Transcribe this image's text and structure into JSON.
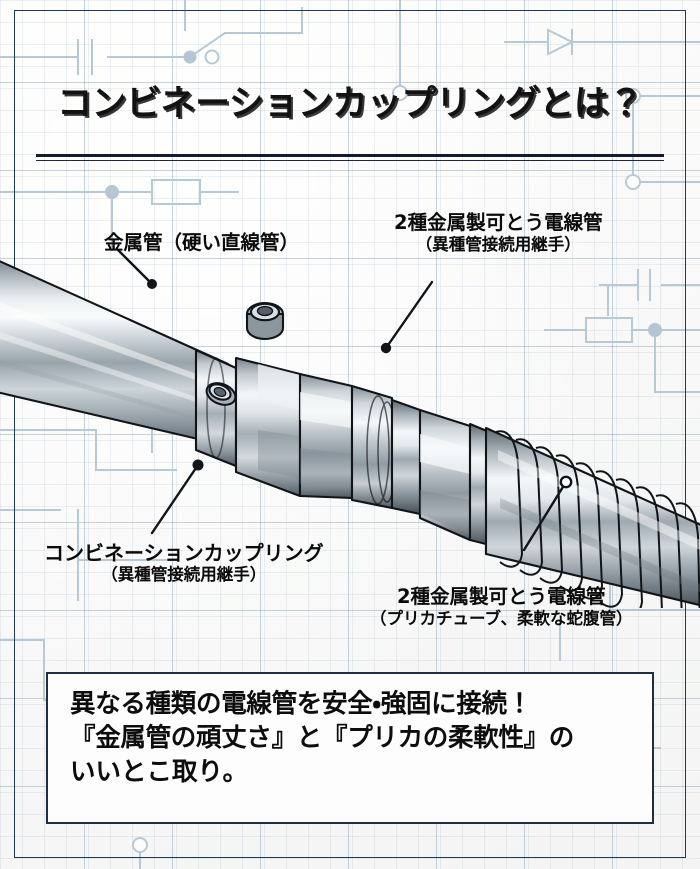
{
  "page": {
    "title": "コンビネーションカップリングとは？",
    "frame_color": "#1d3a56",
    "background_color": "#fbfbfa",
    "grid_color": "#8ca5b9"
  },
  "labels": {
    "metal_pipe": {
      "line1": "金属管（硬い直線管）",
      "line2": ""
    },
    "flexible_top": {
      "line1": "2種金属製可とう電線管",
      "line2": "（異種管接続用継手）"
    },
    "coupling": {
      "line1": "コンビネーションカップリング",
      "line2": "（異種管接続用継手）"
    },
    "flexible_bottom": {
      "line1": "2種金属製可とう電線管",
      "line2": "（プリカチューブ、柔軟な蛇腹管）"
    }
  },
  "note_box": {
    "line1": "異なる種類の電線管を安全・強固に接続！",
    "line2": "『金属管の頑丈さ』と『プリカの柔軟性』の",
    "line3": "いいとこ取り。",
    "border_color": "#1d2e45"
  },
  "illustration": {
    "name": "combination-coupling-cutaway",
    "parts": [
      "rigid-metal-conduit",
      "set-screw-upper",
      "set-screw-lower",
      "combination-coupling-body",
      "hex-nut",
      "lock-ring",
      "flexible-metal-conduit"
    ],
    "metal_light": "#f2f4f5",
    "metal_mid": "#9aa4ac",
    "metal_dark": "#4d565e",
    "outline": "#111418"
  },
  "background_symbols": [
    "capacitor-icon",
    "switch-icon",
    "resistor-icon",
    "diode-icon",
    "battery-icon",
    "node-dot-icon",
    "terminal-ring-icon"
  ]
}
